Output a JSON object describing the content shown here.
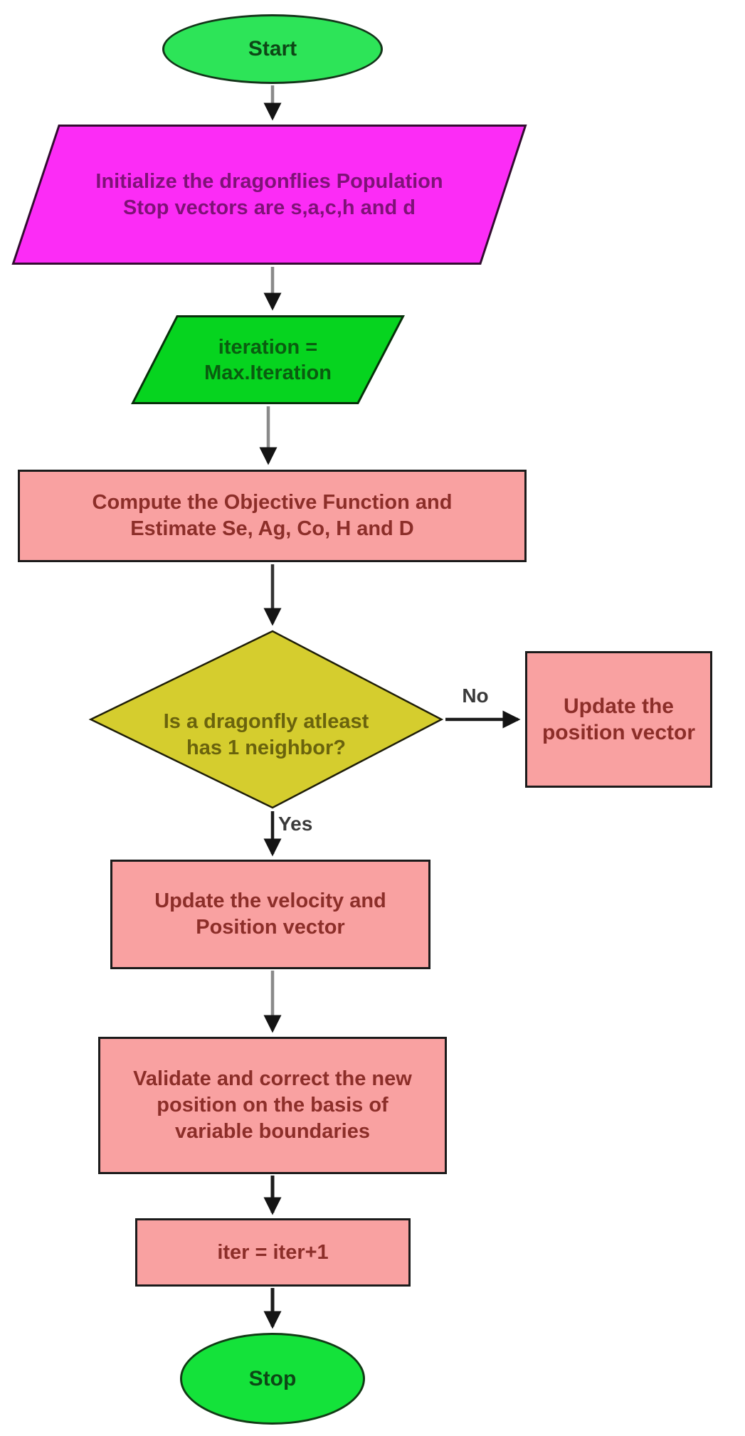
{
  "figure": {
    "type": "flowchart",
    "description": "Dragonfly algorithm flowchart",
    "background": "#ffffff"
  },
  "nodes": {
    "start": {
      "label": "Start",
      "shape": "ellipse"
    },
    "init": {
      "shape": "parallelogram",
      "line1": "Initialize the dragonflies Population",
      "line2": "Stop vectors are s,a,c,h and d"
    },
    "iteration": {
      "shape": "parallelogram",
      "line1": "iteration =",
      "line2": "Max.Iteration"
    },
    "compute": {
      "shape": "rectangle",
      "line1": "Compute the Objective Function and",
      "line2": "Estimate Se, Ag, Co, H and D"
    },
    "decision": {
      "shape": "diamond",
      "line1": "Is a dragonfly atleast",
      "line2": "has 1 neighbor?"
    },
    "update_position": {
      "shape": "rectangle",
      "line1": "Update the",
      "line2": "position vector"
    },
    "update_velocity": {
      "shape": "rectangle",
      "line1": "Update the velocity and",
      "line2": "Position vector"
    },
    "validate": {
      "shape": "rectangle",
      "line1": "Validate and correct the new",
      "line2": "position on the basis of",
      "line3": "variable boundaries"
    },
    "iter": {
      "shape": "rectangle",
      "label": "iter = iter+1"
    },
    "stop": {
      "label": "Stop",
      "shape": "ellipse"
    }
  },
  "edges": {
    "no_label": "No",
    "yes_label": "Yes"
  },
  "colors": {
    "start_fill": "#2de458",
    "stop_fill": "#14e23a",
    "init_fill": "#fc2cf6",
    "iteration_fill": "#06d41f",
    "process_fill": "#f9a1a1",
    "decision_fill": "#d5cd2e",
    "process_text": "#8c2e29",
    "init_text": "#7e1277",
    "decision_text": "#6a630d"
  }
}
